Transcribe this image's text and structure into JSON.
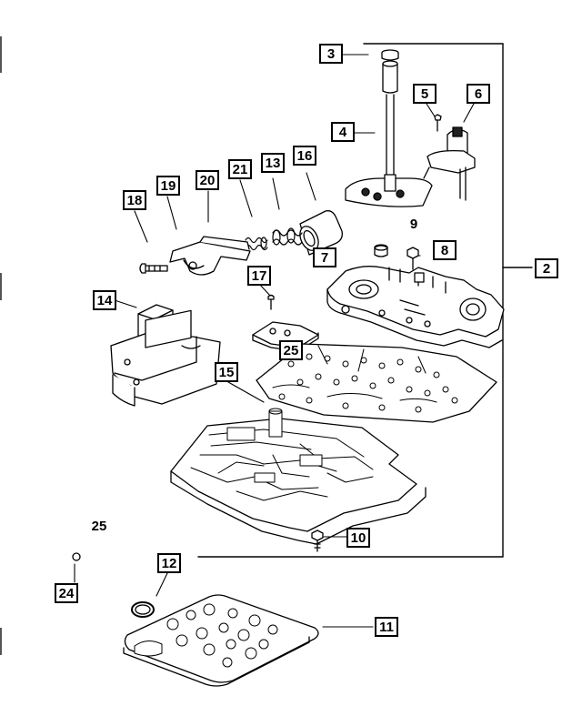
{
  "diagram": {
    "callouts": [
      {
        "id": "c3",
        "label": "3"
      },
      {
        "id": "c4",
        "label": "4"
      },
      {
        "id": "c5",
        "label": "5"
      },
      {
        "id": "c6",
        "label": "6"
      },
      {
        "id": "c16",
        "label": "16"
      },
      {
        "id": "c13",
        "label": "13"
      },
      {
        "id": "c21",
        "label": "21"
      },
      {
        "id": "c20",
        "label": "20"
      },
      {
        "id": "c19",
        "label": "19"
      },
      {
        "id": "c18",
        "label": "18"
      },
      {
        "id": "c9",
        "label": "9"
      },
      {
        "id": "c8",
        "label": "8"
      },
      {
        "id": "c7",
        "label": "7"
      },
      {
        "id": "c2",
        "label": "2"
      },
      {
        "id": "c17",
        "label": "17"
      },
      {
        "id": "c14",
        "label": "14"
      },
      {
        "id": "c25a",
        "label": "25"
      },
      {
        "id": "c15",
        "label": "15"
      },
      {
        "id": "c25b",
        "label": "25"
      },
      {
        "id": "c10",
        "label": "10"
      },
      {
        "id": "c12",
        "label": "12"
      },
      {
        "id": "c24",
        "label": "24"
      },
      {
        "id": "c11",
        "label": "11"
      }
    ]
  }
}
